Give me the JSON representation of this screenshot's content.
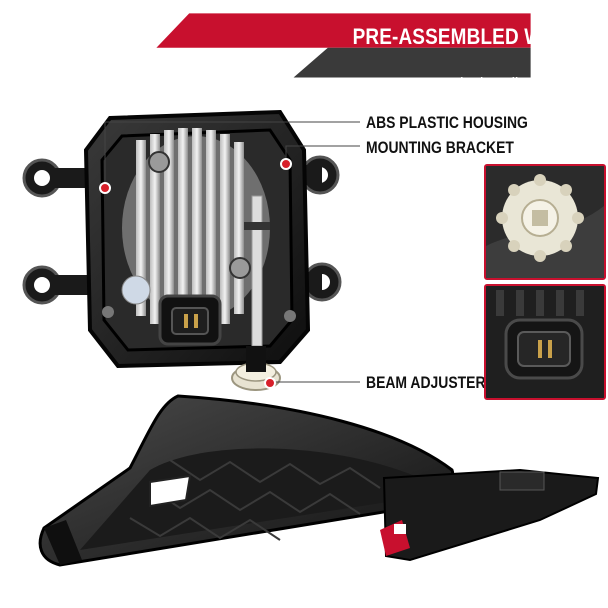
{
  "banner": {
    "title": "PRE-ASSEMBLED WIRING",
    "subtitle": "Make installation easier",
    "colors": {
      "red": "#c8102e",
      "dark": "#3a3a3a"
    }
  },
  "callouts": {
    "housing": "ABS PLASTIC HOUSING",
    "bracket": "MOUNTING BRACKET",
    "adjuster": "BEAM ADJUSTER"
  },
  "insets": [
    {
      "name": "beam-adjuster-gear-closeup"
    },
    {
      "name": "wiring-connector-closeup"
    }
  ],
  "accent_color": "#d7202a"
}
